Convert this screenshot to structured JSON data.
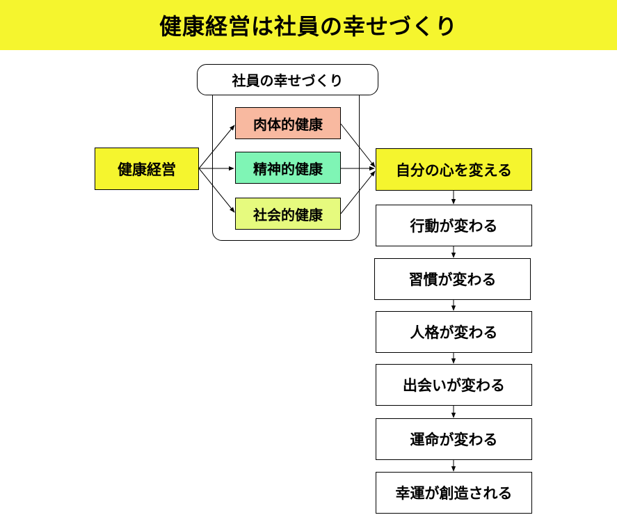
{
  "title": "健康経営は社員の幸せづくり",
  "group": {
    "title": "社員の幸せづくり"
  },
  "source_node": "健康経営",
  "health_nodes": [
    {
      "label": "肉体的健康",
      "color": "#f8b9a0"
    },
    {
      "label": "精神的健康",
      "color": "#7ff5b5"
    },
    {
      "label": "社会的健康",
      "color": "#e6fa7e"
    }
  ],
  "chain_nodes": [
    {
      "label": "自分の心を変える",
      "color": "#f5f52e"
    },
    {
      "label": "行動が変わる",
      "color": "#ffffff"
    },
    {
      "label": "習慣が変わる",
      "color": "#ffffff"
    },
    {
      "label": "人格が変わる",
      "color": "#ffffff"
    },
    {
      "label": "出会いが変わる",
      "color": "#ffffff"
    },
    {
      "label": "運命が変わる",
      "color": "#ffffff"
    },
    {
      "label": "幸運が創造される",
      "color": "#ffffff"
    }
  ],
  "colors": {
    "title_bg": "#f5f52e",
    "source_bg": "#f5f52e"
  }
}
